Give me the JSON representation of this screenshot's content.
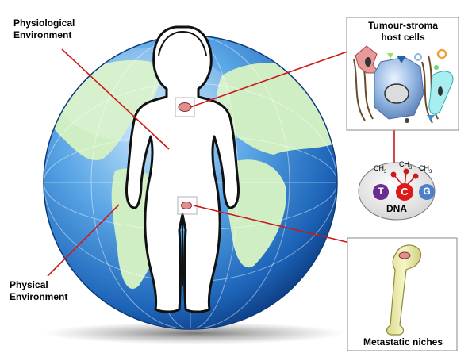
{
  "labels": {
    "physiological_line1": "Physiological",
    "physiological_line2": "Environment",
    "physical_line1": "Physical",
    "physical_line2": "Environment",
    "tumour_line1": "Tumour-stroma",
    "tumour_line2": "host cells",
    "dna": "DNA",
    "metastatic": "Metastatic niches"
  },
  "dna_panel": {
    "methyl": "CH",
    "methyl_sub": "3",
    "bases": [
      "T",
      "C",
      "G"
    ]
  },
  "colors": {
    "connector": "#cc1a1a",
    "ocean": "#3d8fd8",
    "land": "#cfeec4",
    "lesion": "#e08f8f",
    "base_T": "#6a2c8e",
    "base_C": "#dd1a1a",
    "base_G": "#4f7fc8",
    "bone": "#eeeeaa"
  }
}
